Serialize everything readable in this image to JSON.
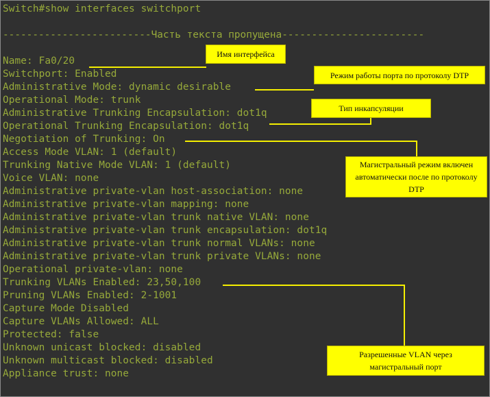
{
  "terminal": {
    "lines": [
      "Switch#show interfaces switchport",
      "",
      "-------------------------Часть текста пропущена------------------------",
      "",
      "Name: Fa0/20",
      "Switchport: Enabled",
      "Administrative Mode: dynamic desirable",
      "Operational Mode: trunk",
      "Administrative Trunking Encapsulation: dot1q",
      "Operational Trunking Encapsulation: dot1q",
      "Negotiation of Trunking: On",
      "Access Mode VLAN: 1 (default)",
      "Trunking Native Mode VLAN: 1 (default)",
      "Voice VLAN: none",
      "Administrative private-vlan host-association: none",
      "Administrative private-vlan mapping: none",
      "Administrative private-vlan trunk native VLAN: none",
      "Administrative private-vlan trunk encapsulation: dot1q",
      "Administrative private-vlan trunk normal VLANs: none",
      "Administrative private-vlan trunk private VLANs: none",
      "Operational private-vlan: none",
      "Trunking VLANs Enabled: 23,50,100",
      "Pruning VLANs Enabled: 2-1001",
      "Capture Mode Disabled",
      "Capture VLANs Allowed: ALL",
      "Protected: false",
      "Unknown unicast blocked: disabled",
      "Unknown multicast blocked: disabled",
      "Appliance trust: none"
    ]
  },
  "callouts": {
    "interface_name": "Имя интерфейса",
    "dtp_mode": "Режим работы порта по протоколу DTP",
    "encapsulation_type": "Тип инкапсуляции",
    "trunk_enabled_note": "Магистральный режим включен автоматически после по протоколу DTP",
    "allowed_vlans_note": "Разрешенные VLAN через магистральный порт"
  },
  "colors": {
    "background": "#303030",
    "terminal_text": "#97aa3a",
    "callout_fill": "#ffff00",
    "connector": "#f5ef00",
    "callout_text": "#111111"
  }
}
